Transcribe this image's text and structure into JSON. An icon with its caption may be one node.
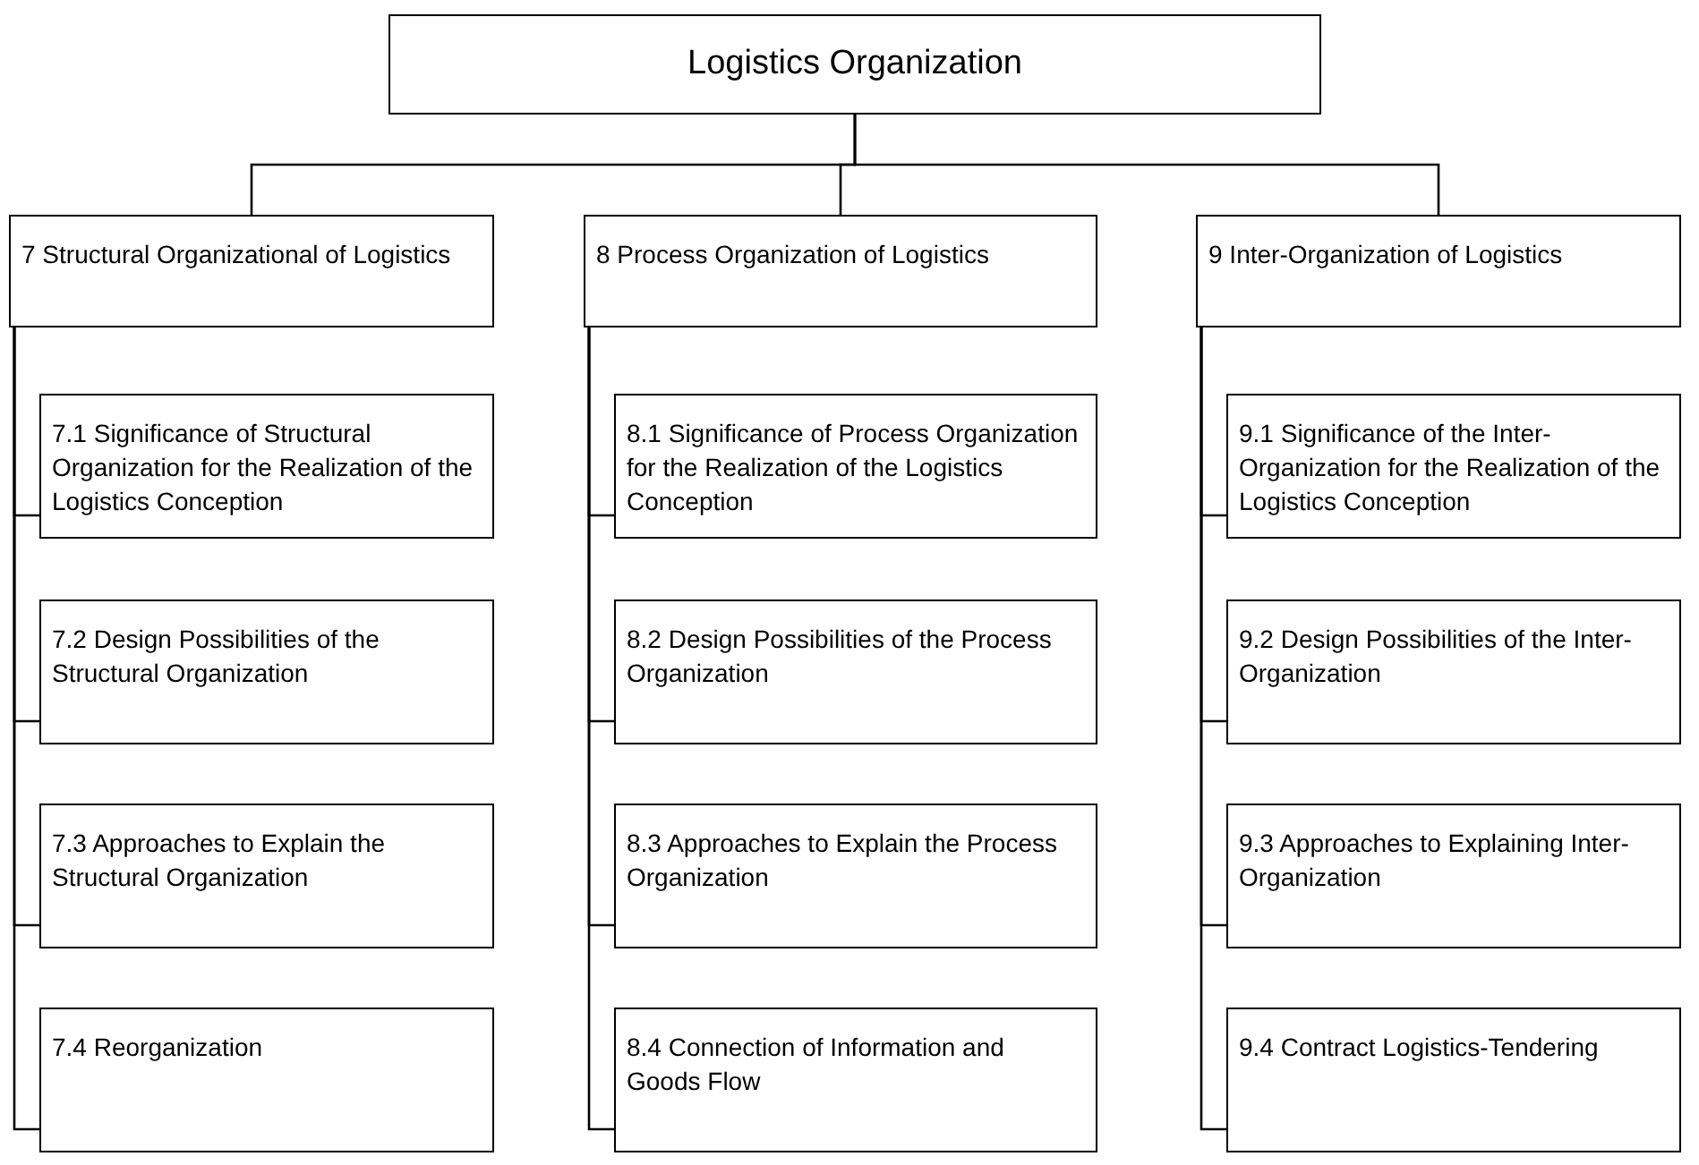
{
  "diagram": {
    "nodes": [
      {
        "text": [
          "Logistics Organization"
        ]
      },
      {
        "text": [
          "7 Structural Organizational of Logistics"
        ]
      },
      {
        "text": [
          "7.1 Significance of Structural Organization for the Realization of the Logistics Conception"
        ]
      },
      {
        "text": [
          "7.2 Design Possibilities of the Structural Organization"
        ]
      },
      {
        "text": [
          "7.3 Approaches to Explain the Structural Organization"
        ]
      },
      {
        "text": [
          "7.4 Reorganization"
        ]
      },
      {
        "text": [
          "8 Process Organization of Logistics"
        ]
      },
      {
        "text": [
          "8.1 Significance of Process Organization for the Realization of the Logistics Conception"
        ]
      },
      {
        "text": [
          "8.2 Design Possibilities of the Process Organization"
        ]
      },
      {
        "text": [
          "8.3 Approaches to Explain the Process Organization"
        ]
      },
      {
        "text": [
          "8.4 Connection of Information and Goods Flow"
        ]
      },
      {
        "text": [
          "9 Inter-Organization of Logistics"
        ]
      },
      {
        "text": [
          "9.1 Significance of the Inter-Organization for the Realization of the Logistics Conception"
        ]
      },
      {
        "text": [
          "9.2 Design Possibilities of the Inter-Organization"
        ]
      },
      {
        "text": [
          "9.3 Approaches to Explaining Inter-Organization"
        ]
      },
      {
        "text": [
          "9.4 Contract Logistics-Tendering"
        ]
      }
    ],
    "edges": [
      {
        "from": 0,
        "to": 1,
        "arrow": "none"
      },
      {
        "from": 0,
        "to": 6,
        "arrow": "none"
      },
      {
        "from": 0,
        "to": 11,
        "arrow": "none"
      },
      {
        "from": 1,
        "to": 2,
        "arrow": "none"
      },
      {
        "from": 1,
        "to": 3,
        "arrow": "none"
      },
      {
        "from": 1,
        "to": 4,
        "arrow": "none"
      },
      {
        "from": 1,
        "to": 5,
        "arrow": "none"
      },
      {
        "from": 6,
        "to": 7,
        "arrow": "none"
      },
      {
        "from": 6,
        "to": 8,
        "arrow": "none"
      },
      {
        "from": 6,
        "to": 9,
        "arrow": "none"
      },
      {
        "from": 6,
        "to": 10,
        "arrow": "none"
      },
      {
        "from": 11,
        "to": 12,
        "arrow": "none"
      },
      {
        "from": 11,
        "to": 13,
        "arrow": "none"
      },
      {
        "from": 11,
        "to": 14,
        "arrow": "none"
      },
      {
        "from": 11,
        "to": 15,
        "arrow": "none"
      }
    ]
  }
}
